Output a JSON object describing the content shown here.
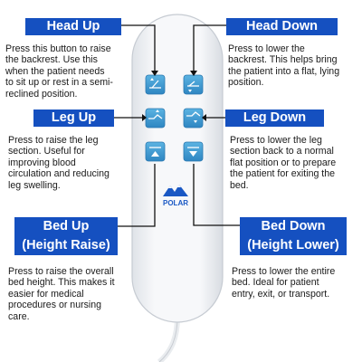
{
  "colors": {
    "label_bg": "#1550c0",
    "label_text": "#ffffff",
    "remote_body": "#f4f5f7",
    "button_face": "#3a9ad2",
    "connector_line": "#111111",
    "logo_blue": "#1a58c4"
  },
  "remote": {
    "brand": "POLAR",
    "logo_icon": "mountain-icon",
    "buttons": [
      {
        "name": "head-up-button",
        "icon": "head-up-icon"
      },
      {
        "name": "head-down-button",
        "icon": "head-down-icon"
      },
      {
        "name": "leg-up-button",
        "icon": "leg-up-icon"
      },
      {
        "name": "leg-down-button",
        "icon": "leg-down-icon"
      },
      {
        "name": "bed-up-button",
        "icon": "triangle-up-icon"
      },
      {
        "name": "bed-down-button",
        "icon": "triangle-down-icon"
      }
    ]
  },
  "labels": {
    "head_up": "Head Up",
    "head_down": "Head Down",
    "leg_up": "Leg Up",
    "leg_down": "Leg Down",
    "bed_up_line1": "Bed Up",
    "bed_up_line2": "(Height Raise)",
    "bed_down_line1": "Bed Down",
    "bed_down_line2": "(Height Lower)"
  },
  "descriptions": {
    "head_up": "Press this button to raise\nthe backrest. Use this\nwhen the patient needs\nto sit up or rest in a semi-\nreclined position.",
    "head_down": "Press to lower the\nbackrest. This helps bring\nthe patient into a flat, lying\nposition.",
    "leg_up": "Press to raise the leg\nsection. Useful for\nimproving blood\ncirculation and reducing\nleg swelling.",
    "leg_down": "Press to lower the leg\nsection back to a normal\nflat position or to prepare\nthe patient for exiting the\nbed.",
    "bed_up": "Press to raise the overall\nbed height. This makes it\neasier for medical\nprocedures or nursing\ncare.",
    "bed_down": "Press to lower the entire\nbed. Ideal for patient\nentry, exit, or transport."
  }
}
